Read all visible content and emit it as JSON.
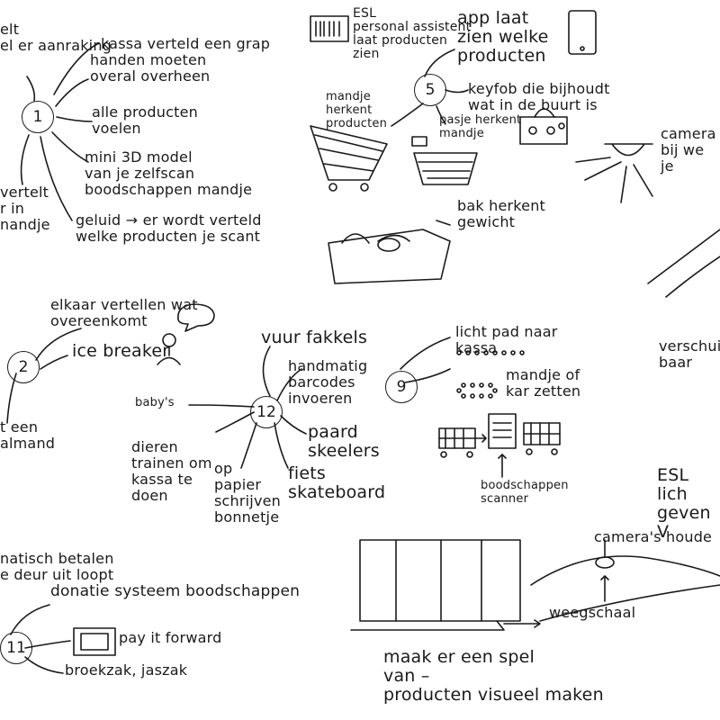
{
  "clusters": {
    "c1": {
      "number": "1",
      "partial_top": "elt\nel er aanraking",
      "items": [
        "kassa verteld een grap",
        "handen moeten\noveral overheen",
        "alle producten\nvoelen",
        "mini 3D model\nvan je zelfscan\nboodschappen mandje",
        "geluid → er wordt verteld\nwelke producten je scant"
      ],
      "partial_left": "vertelt\nr in\nnandje"
    },
    "c5": {
      "number": "5",
      "esl_note": "ESL\npersonal assistent\nlaat producten\nzien",
      "app_note": "app laat\nzien welke\nproducten",
      "keyfob_note": "keyfob die bijhoudt\nwat in de buurt is",
      "mandje_note": "mandje\nherkent\nproducten",
      "pasje_note": "pasje herkent\nmandje"
    },
    "right_top": {
      "camera_note": "camera\nbij we\nje",
      "bak_note": "bak herkent\ngewicht"
    },
    "c2": {
      "number": "2",
      "items": [
        "elkaar vertellen wat\novereenkomt",
        "ice breaker"
      ],
      "partial_left": "t een\nalmand"
    },
    "c12": {
      "number": "12",
      "items": [
        "vuur fakkels",
        "handmatig\nbarcodes\ninvoeren",
        "paard\nskeelers",
        "fiets\nskateboard",
        "op\npapier\nschrijven\nbonnetje",
        "dieren\ntrainen om\nkassa te\ndoen",
        "baby's"
      ]
    },
    "c9": {
      "number": "9",
      "items": [
        "licht pad naar\nkassa",
        "mandje of\nkar zetten"
      ],
      "scanner_label": "boodschappen\nscanner"
    },
    "right_mid": {
      "shift_note": "verschuif-\nbaar",
      "esl_note": "ESL lich\ngeven V"
    },
    "c11": {
      "number": "11",
      "top_partial": "natisch betalen\ne deur uit loopt",
      "items": [
        "donatie systeem boodschappen",
        "pay it forward",
        "broekzak, jaszak"
      ]
    },
    "bottom_right": {
      "camera_note": "camera's houde",
      "scale_note": "weegschaal",
      "game_note": "maak er een spel\nvan –\nproducten visueel maken"
    }
  }
}
